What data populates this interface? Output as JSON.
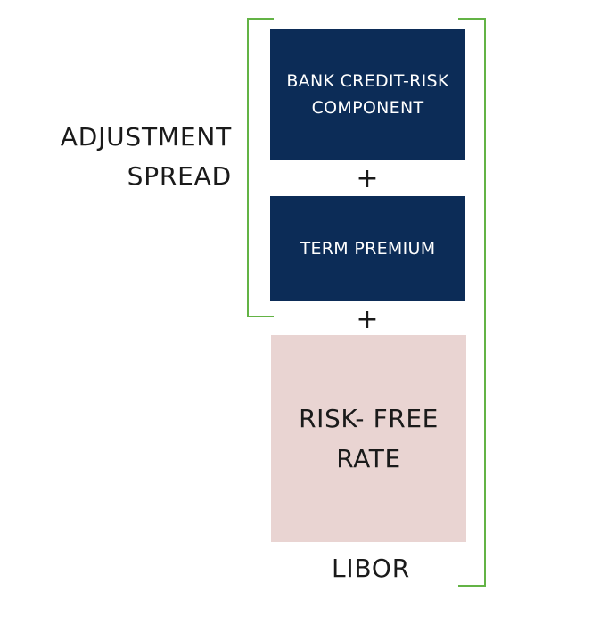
{
  "diagram": {
    "adjustment_spread": {
      "line1": "ADJUSTMENT",
      "line2": "SPREAD"
    },
    "components": [
      {
        "line1": "BANK CREDIT-RISK",
        "line2": "COMPONENT"
      },
      {
        "line1": "TERM PREMIUM"
      },
      {
        "line1": "RISK- FREE",
        "line2": "RATE"
      }
    ],
    "plus_signs": [
      "+",
      "+"
    ],
    "total_label": "LIBOR"
  },
  "colors": {
    "dark_block": "#0c2c57",
    "risk_free_block": "#e9d4d2",
    "bracket": "#63b345",
    "text": "#1a1a1a"
  }
}
